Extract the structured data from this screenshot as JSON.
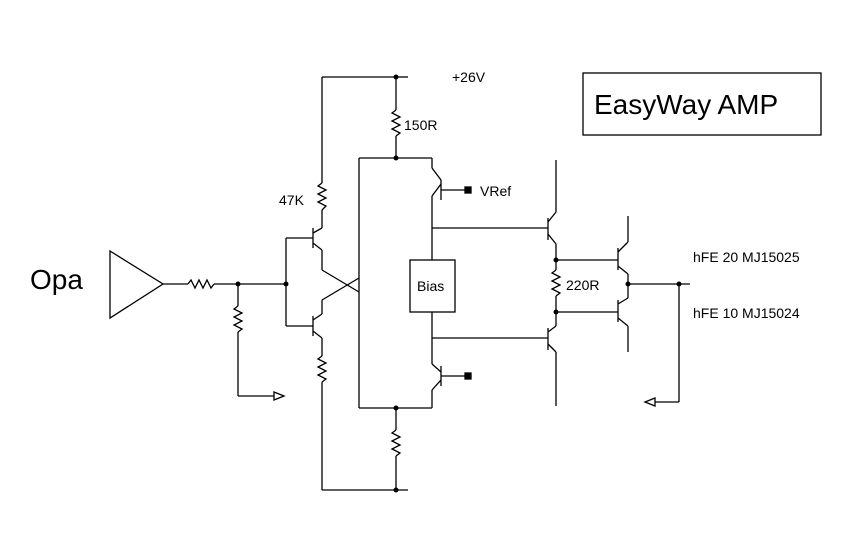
{
  "title": "EasyWay AMP",
  "labels": {
    "supply": "+26V",
    "r_150": "150R",
    "r_47k": "47K",
    "vref": "VRef",
    "opa": "Opa",
    "bias": "Bias",
    "r_220": "220R",
    "q_upper": "hFE 20 MJ15025",
    "q_lower": "hFE 10 MJ15024"
  }
}
